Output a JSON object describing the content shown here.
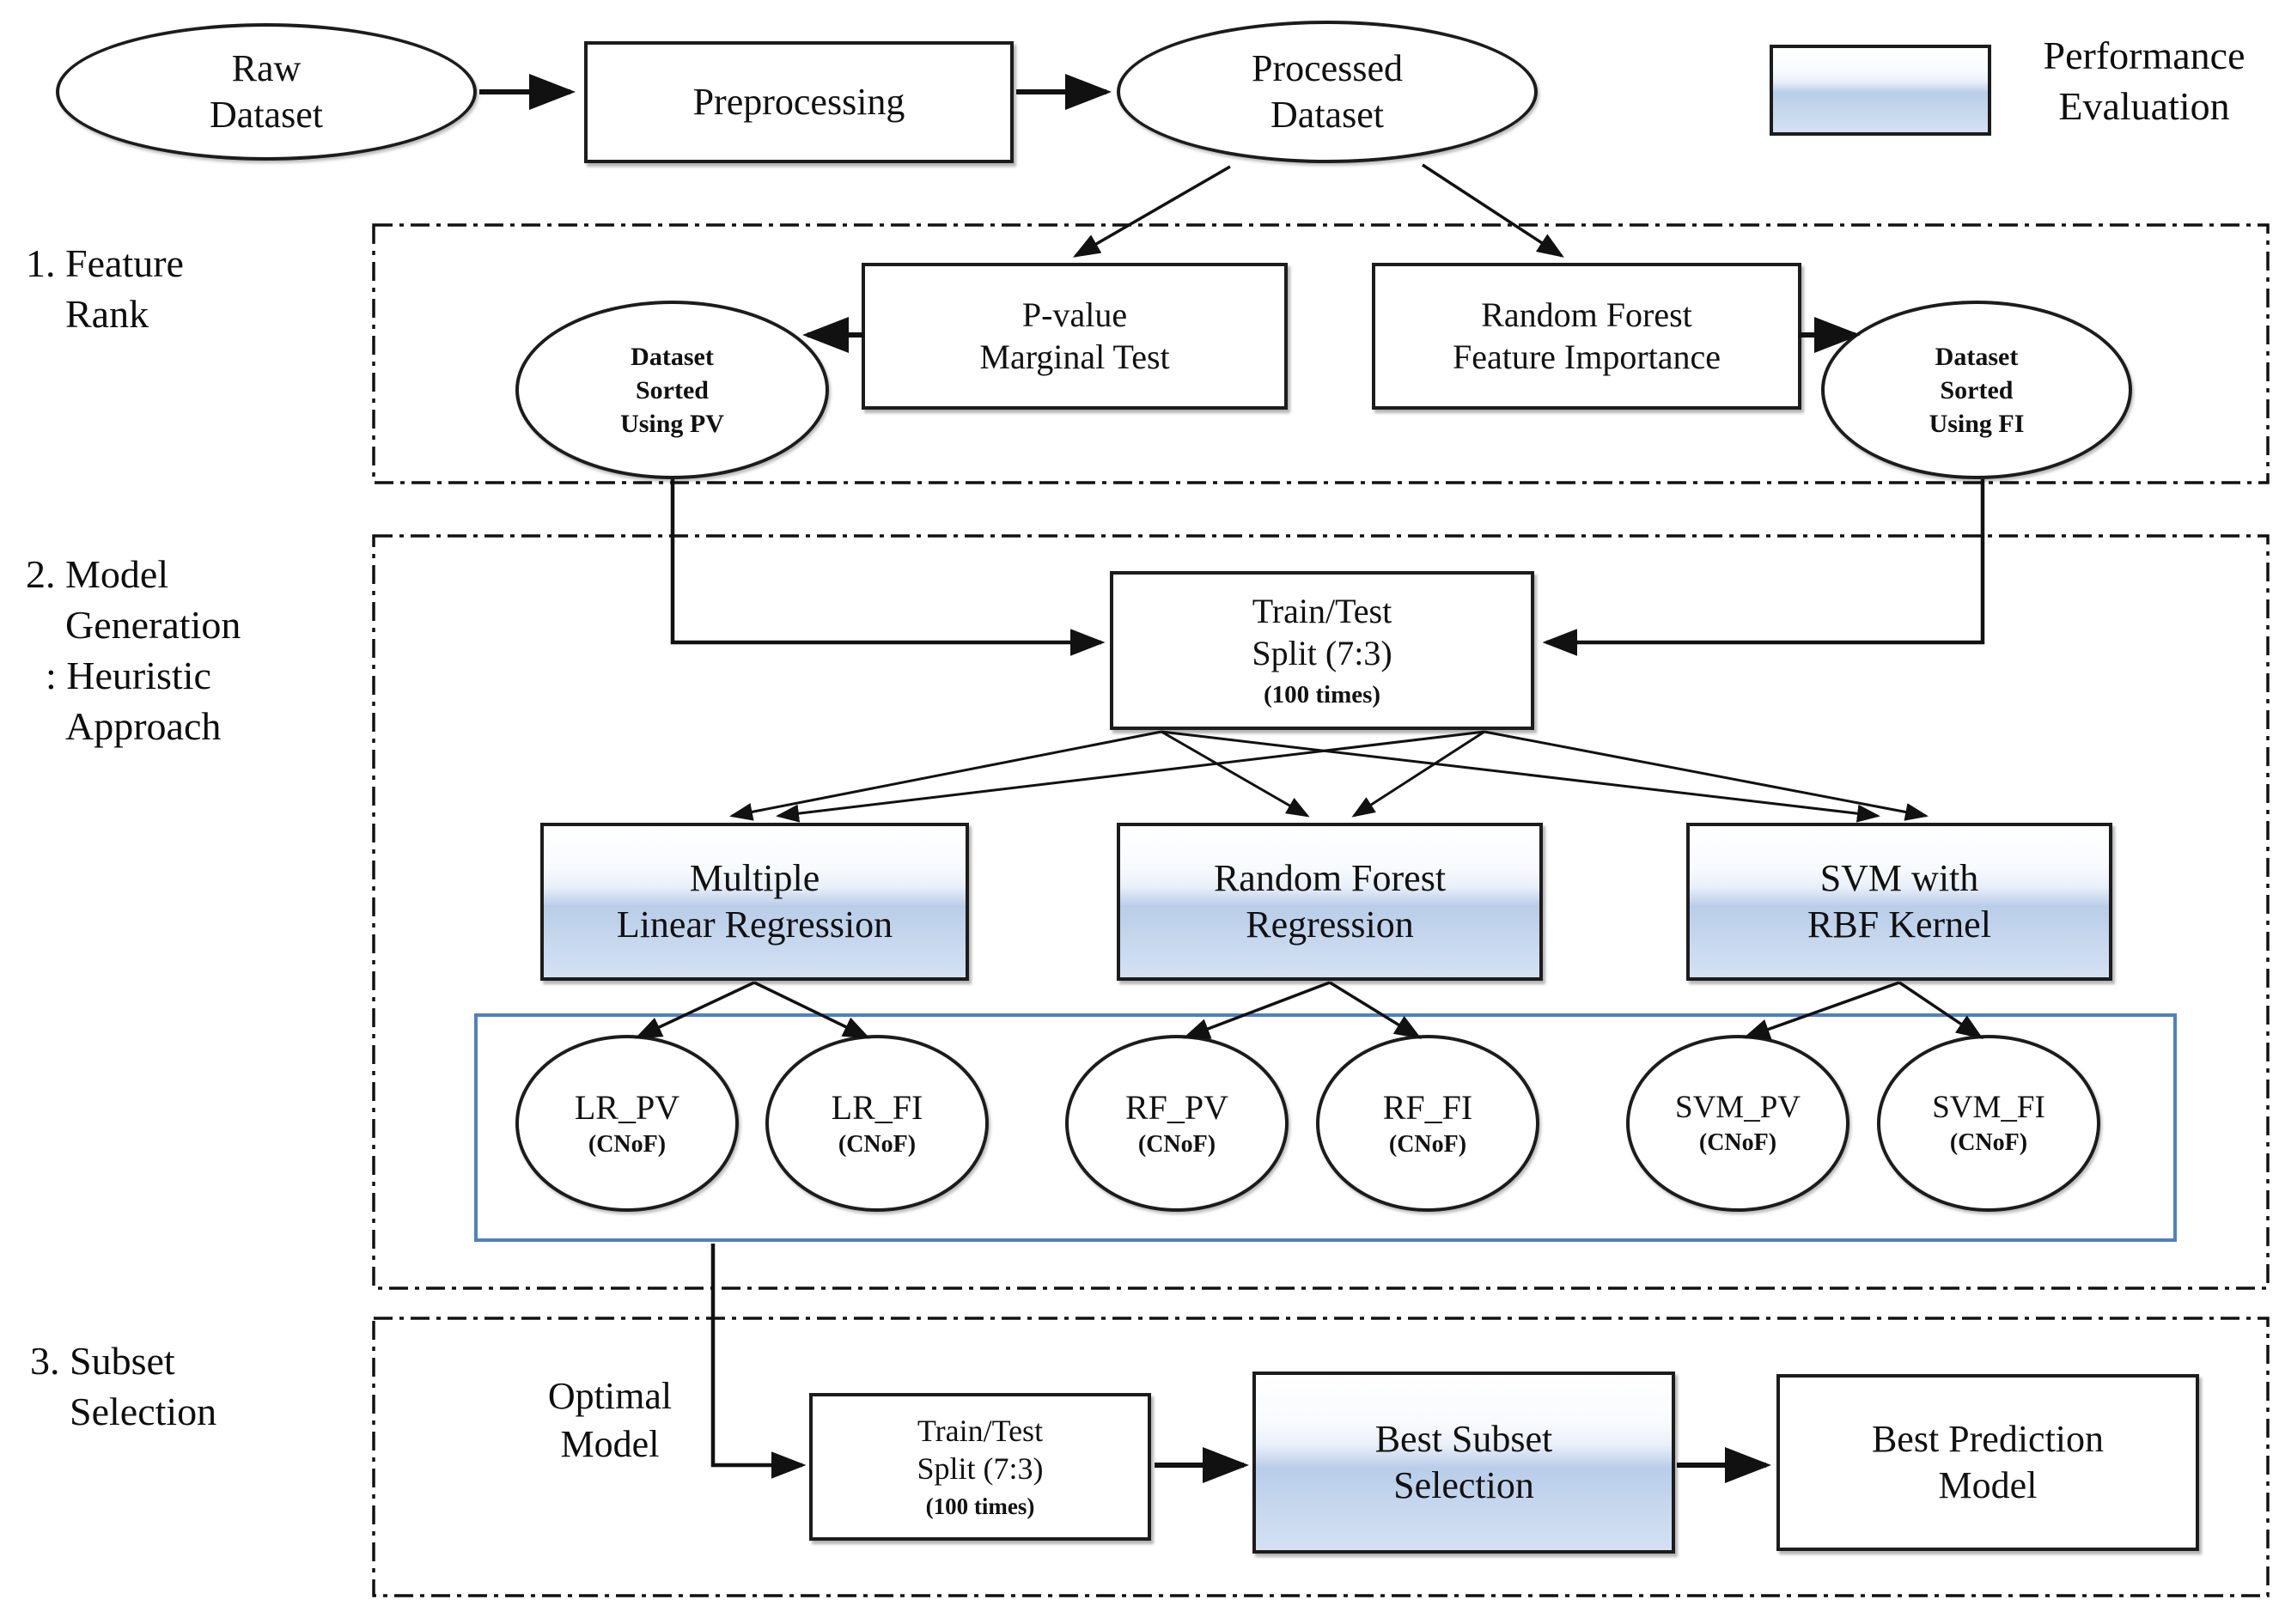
{
  "top_flow": {
    "raw_dataset": "Raw\nDataset",
    "preprocessing": "Preprocessing",
    "processed_dataset": "Processed\nDataset"
  },
  "legend": {
    "label": "Performance\nEvaluation"
  },
  "sections": {
    "feature_rank": {
      "label": "1. Feature\n    Rank",
      "pvalue_test": "P-value\nMarginal Test",
      "rf_importance": "Random Forest\nFeature Importance",
      "sorted_pv": "Dataset\nSorted\nUsing PV",
      "sorted_fi": "Dataset\nSorted\nUsing FI"
    },
    "model_generation": {
      "label": "2. Model\n    Generation\n  : Heuristic\n    Approach",
      "train_test_split": {
        "title": "Train/Test\nSplit (7:3)",
        "sub": "(100 times)"
      },
      "models": [
        "Multiple\nLinear Regression",
        "Random Forest\nRegression",
        "SVM with\nRBF Kernel"
      ],
      "model_outputs": [
        {
          "name": "LR_PV",
          "sub": "(CNoF)"
        },
        {
          "name": "LR_FI",
          "sub": "(CNoF)"
        },
        {
          "name": "RF_PV",
          "sub": "(CNoF)"
        },
        {
          "name": "RF_FI",
          "sub": "(CNoF)"
        },
        {
          "name": "SVM_PV",
          "sub": "(CNoF)"
        },
        {
          "name": "SVM_FI",
          "sub": "(CNoF)"
        }
      ]
    },
    "subset_selection": {
      "label": "3. Subset\n    Selection",
      "optimal_model": "Optimal\nModel",
      "train_test_split": {
        "title": "Train/Test\nSplit (7:3)",
        "sub": "(100 times)"
      },
      "best_subset": "Best Subset\nSelection",
      "best_prediction": "Best Prediction\nModel"
    }
  },
  "colors": {
    "performance_fill": "#b9cde9",
    "container_border": "#4f81bd",
    "line": "#111111"
  }
}
